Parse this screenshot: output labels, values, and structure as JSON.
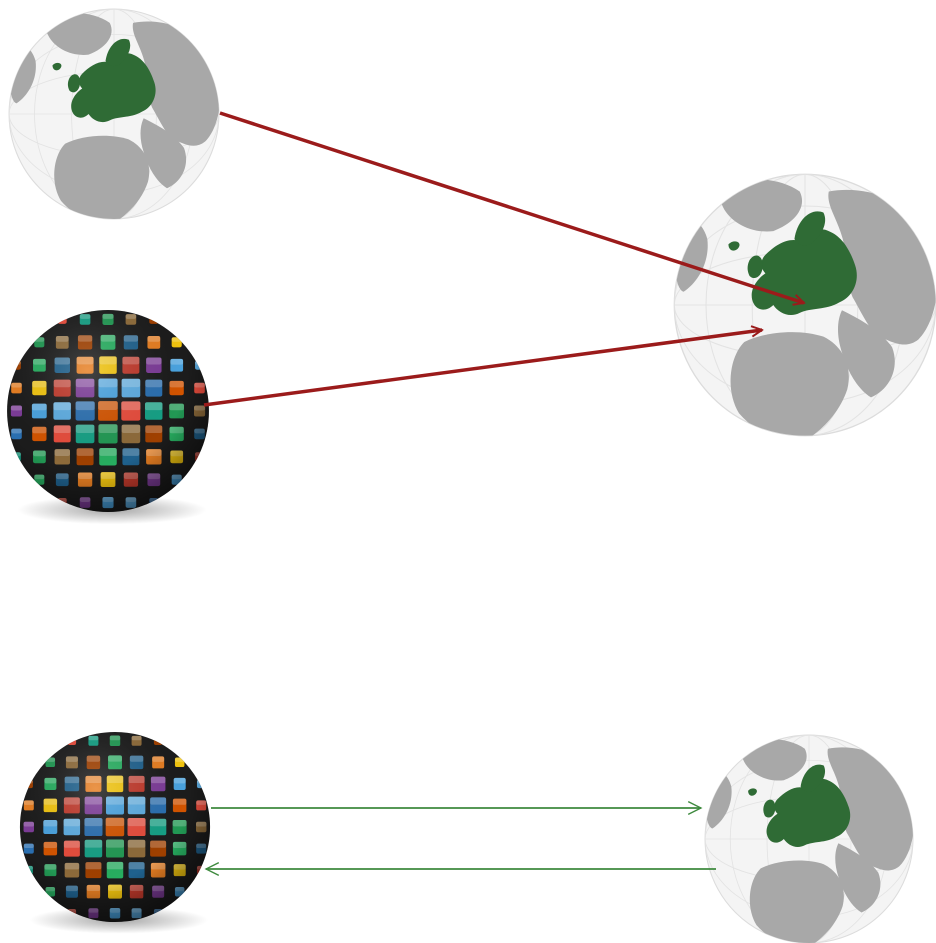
{
  "diagram": {
    "colors": {
      "background": "#ffffff",
      "ocean": "#f4f4f4",
      "land": "#a8a8a8",
      "europe": "#2f6b35",
      "grid_line": "#e3e3e3",
      "red_arrow": "#9b1b1b",
      "green_arrow": "#3e8a3e",
      "tile_frame": "#1c1c1c"
    },
    "nodes": [
      {
        "id": "globe-europe-top-left",
        "kind": "europe-globe-icon"
      },
      {
        "id": "globe-europe-right",
        "kind": "europe-globe-icon"
      },
      {
        "id": "globe-media-middle-left",
        "kind": "media-tile-globe-icon"
      },
      {
        "id": "globe-media-bottom-left",
        "kind": "media-tile-globe-icon"
      },
      {
        "id": "globe-europe-bottom-right",
        "kind": "europe-globe-icon"
      }
    ],
    "edges": [
      {
        "from": "globe-europe-top-left",
        "to": "globe-europe-right",
        "style": "red"
      },
      {
        "from": "globe-media-middle-left",
        "to": "globe-europe-right",
        "style": "red"
      },
      {
        "from": "globe-media-bottom-left",
        "to": "globe-europe-bottom-right",
        "style": "green"
      },
      {
        "from": "globe-europe-bottom-right",
        "to": "globe-media-bottom-left",
        "style": "green"
      }
    ]
  }
}
